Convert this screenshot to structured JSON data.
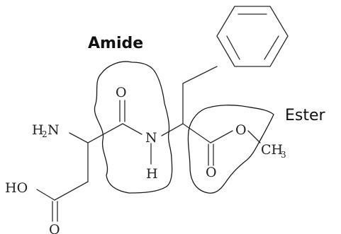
{
  "labels": {
    "amide": "Amide",
    "ester": "Ester"
  },
  "atoms": {
    "h2n_h": "H",
    "h2n_sub": "2",
    "h2n_n": "N",
    "ho": "HO",
    "acid_o": "O",
    "amide_o": "O",
    "amide_n": "N",
    "amide_h": "H",
    "ester_o_single": "O",
    "ester_o_double": "O",
    "methyl_ch": "CH",
    "methyl_sub": "3"
  }
}
